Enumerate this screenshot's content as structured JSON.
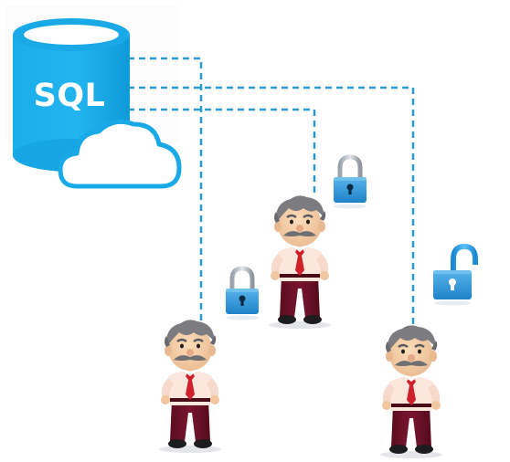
{
  "database": {
    "label": "SQL",
    "color": "#19a9e6",
    "icon": "database-cylinder-icon"
  },
  "cloud": {
    "icon": "cloud-icon",
    "outline_color": "#19a9e6"
  },
  "connections": {
    "line_color": "#2a9ad6",
    "style": "dashed"
  },
  "locks": [
    {
      "name": "lock-closed-top",
      "state": "locked",
      "icon": "padlock-closed-icon"
    },
    {
      "name": "lock-closed-left",
      "state": "locked",
      "icon": "padlock-closed-icon"
    },
    {
      "name": "lock-open-right",
      "state": "unlocked",
      "icon": "padlock-open-icon"
    }
  ],
  "users": [
    {
      "name": "user-top",
      "icon": "businessman-icon"
    },
    {
      "name": "user-left",
      "icon": "businessman-icon"
    },
    {
      "name": "user-right",
      "icon": "businessman-icon"
    }
  ],
  "colors": {
    "lock_body": "#2b93d6",
    "lock_shackle": "#b8bec6",
    "shirt": "#fbe4d8",
    "tie": "#d0202a",
    "trousers": "#6a1025",
    "hair": "#7c7c80",
    "skin": "#f2cfa9"
  }
}
